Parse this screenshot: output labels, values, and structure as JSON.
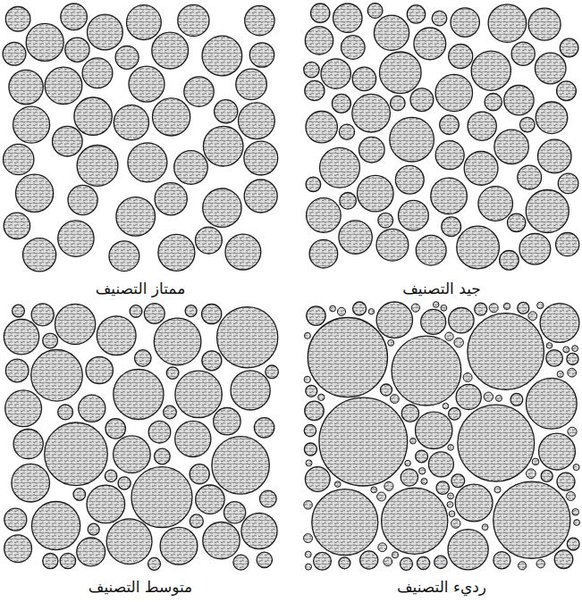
{
  "diagram": {
    "labels": [
      "ممتاز التصنيف",
      "جيد التصنيف",
      "متوسط التصنيف",
      "رديء التصنيف"
    ]
  }
}
